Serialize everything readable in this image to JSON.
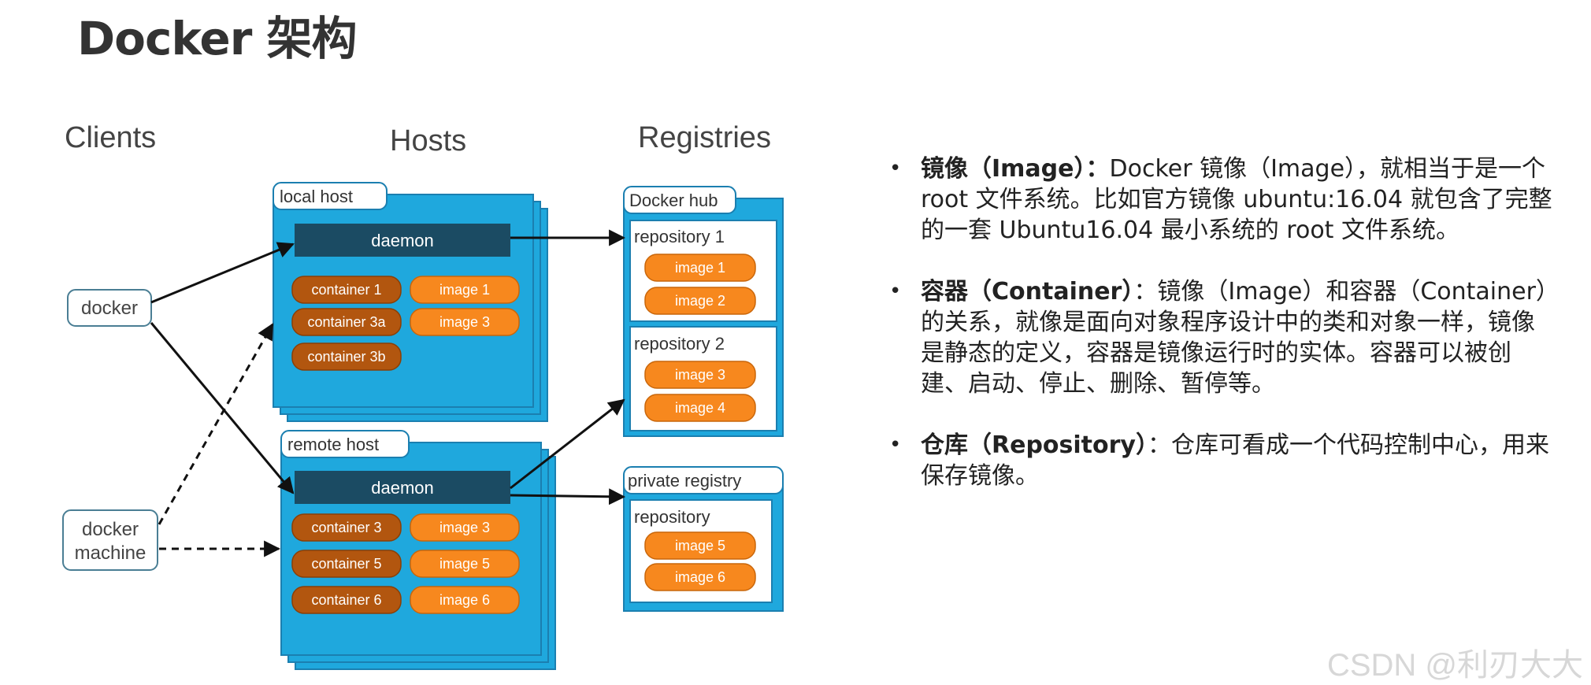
{
  "title": "Docker 架构",
  "diagram": {
    "sections": {
      "clients": "Clients",
      "hosts": "Hosts",
      "registries": "Registries"
    },
    "clients": {
      "docker": "docker",
      "docker_machine_line1": "docker",
      "docker_machine_line2": "machine"
    },
    "local_host": {
      "label": "local host",
      "daemon": "daemon",
      "containers": [
        "container 1",
        "container 3a",
        "container 3b"
      ],
      "images": [
        "image 1",
        "image 3"
      ]
    },
    "remote_host": {
      "label": "remote host",
      "daemon": "daemon",
      "containers": [
        "container 3",
        "container 5",
        "container 6"
      ],
      "images": [
        "image 3",
        "image 5",
        "image 6"
      ]
    },
    "docker_hub": {
      "label": "Docker hub",
      "repositories": [
        {
          "label": "repository 1",
          "images": [
            "image 1",
            "image 2"
          ]
        },
        {
          "label": "repository 2",
          "images": [
            "image 3",
            "image 4"
          ]
        }
      ]
    },
    "private_registry": {
      "label": "private registry",
      "repository": {
        "label": "repository",
        "images": [
          "image 5",
          "image 6"
        ]
      }
    },
    "colors": {
      "host_blue": "#1fa8dd",
      "daemon": "#1b4b63",
      "container": "#b2560f",
      "image": "#f7881e",
      "box_border": "#1b7fb0"
    }
  },
  "bullets": [
    {
      "term": "镜像（Image）：",
      "text": "Docker 镜像（Image），就相当于是一个 root 文件系统。比如官方镜像 ubuntu:16.04 就包含了完整的一套 Ubuntu16.04 最小系统的 root 文件系统。"
    },
    {
      "term": "容器（Container）",
      "text": "：镜像（Image）和容器（Container）的关系，就像是面向对象程序设计中的类和对象一样，镜像是静态的定义，容器是镜像运行时的实体。容器可以被创建、启动、停止、删除、暂停等。"
    },
    {
      "term": "仓库（Repository）",
      "text": "：仓库可看成一个代码控制中心，用来保存镜像。"
    }
  ],
  "watermark": "CSDN @利刃大大"
}
